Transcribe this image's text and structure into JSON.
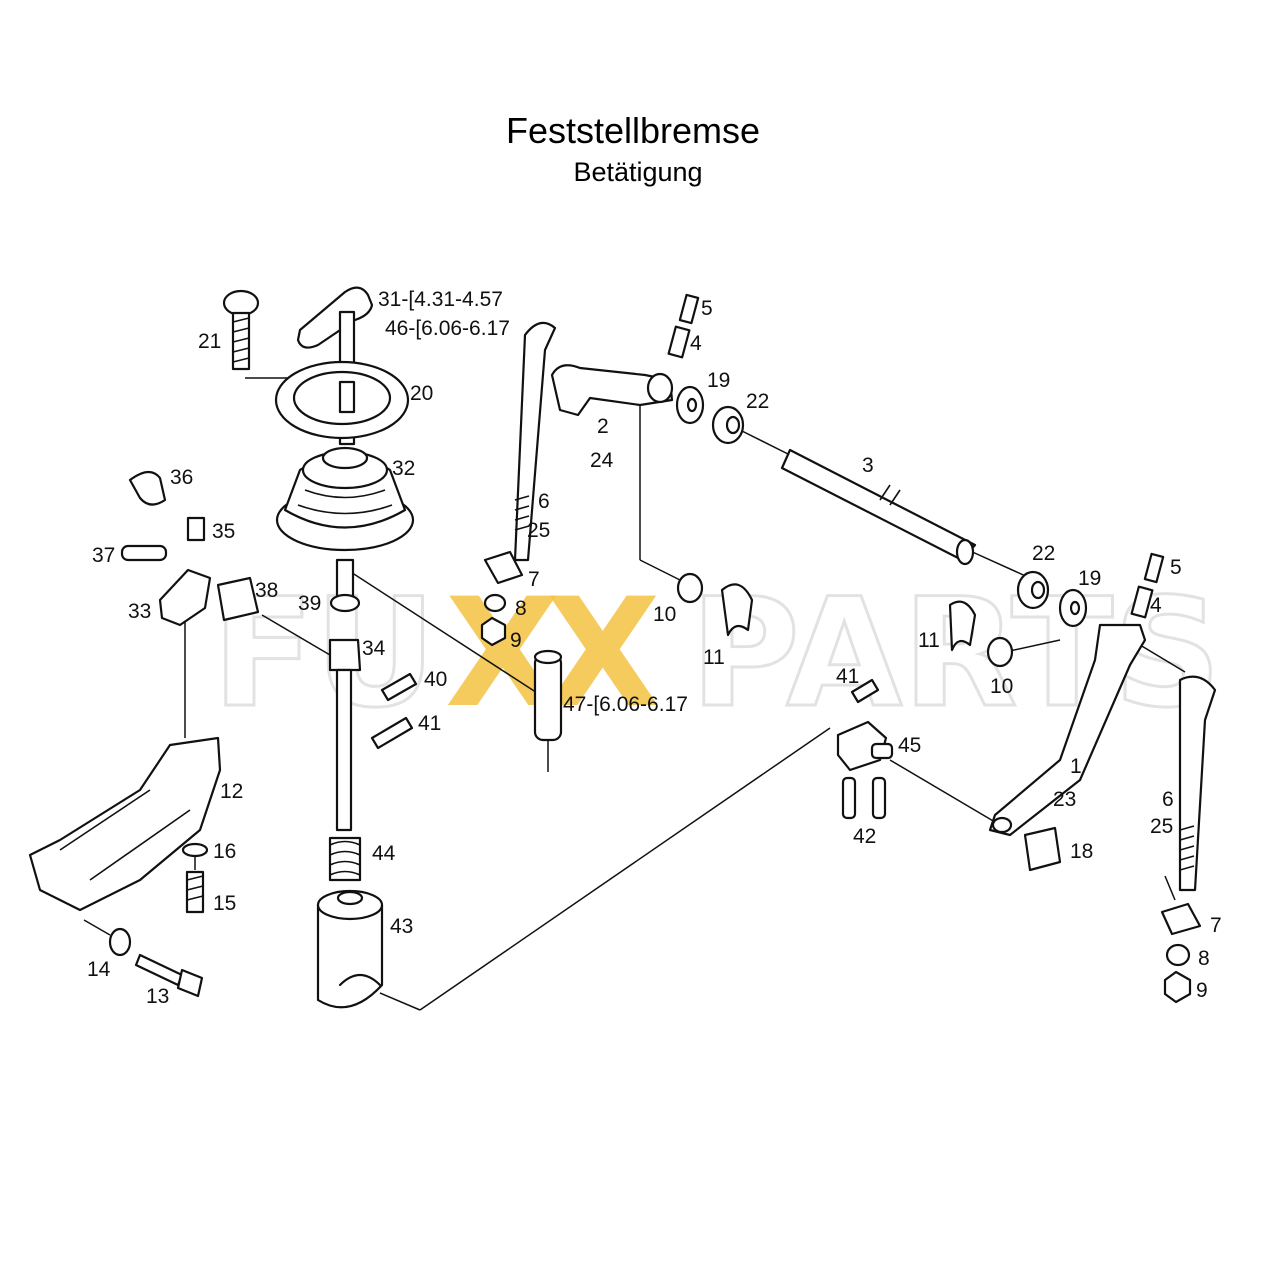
{
  "header": {
    "title": "Feststellbremse",
    "subtitle": "Betätigung"
  },
  "watermark": {
    "left": "FU",
    "x1": "X",
    "x2": "X",
    "right": "PARTS",
    "accent_color": "#f5c242"
  },
  "callouts": [
    {
      "id": "c-31",
      "text": "31-[4.31-4.57"
    },
    {
      "id": "c-46",
      "text": "46-[6.06-6.17"
    },
    {
      "id": "c-21",
      "text": "21"
    },
    {
      "id": "c-20",
      "text": "20"
    },
    {
      "id": "c-32",
      "text": "32"
    },
    {
      "id": "c-36",
      "text": "36"
    },
    {
      "id": "c-35",
      "text": "35"
    },
    {
      "id": "c-37",
      "text": "37"
    },
    {
      "id": "c-33",
      "text": "33"
    },
    {
      "id": "c-38",
      "text": "38"
    },
    {
      "id": "c-39",
      "text": "39"
    },
    {
      "id": "c-34",
      "text": "34"
    },
    {
      "id": "c-40",
      "text": "40"
    },
    {
      "id": "c-41a",
      "text": "41"
    },
    {
      "id": "c-47",
      "text": "47-[6.06-6.17"
    },
    {
      "id": "c-12",
      "text": "12"
    },
    {
      "id": "c-16",
      "text": "16"
    },
    {
      "id": "c-15",
      "text": "15"
    },
    {
      "id": "c-14",
      "text": "14"
    },
    {
      "id": "c-13",
      "text": "13"
    },
    {
      "id": "c-44",
      "text": "44"
    },
    {
      "id": "c-43",
      "text": "43"
    },
    {
      "id": "c-5a",
      "text": "5"
    },
    {
      "id": "c-4a",
      "text": "4"
    },
    {
      "id": "c-19a",
      "text": "19"
    },
    {
      "id": "c-22a",
      "text": "22"
    },
    {
      "id": "c-2",
      "text": "2"
    },
    {
      "id": "c-24",
      "text": "24"
    },
    {
      "id": "c-3",
      "text": "3"
    },
    {
      "id": "c-6a",
      "text": "6"
    },
    {
      "id": "c-25a",
      "text": "25"
    },
    {
      "id": "c-7a",
      "text": "7"
    },
    {
      "id": "c-8a",
      "text": "8"
    },
    {
      "id": "c-9a",
      "text": "9"
    },
    {
      "id": "c-10a",
      "text": "10"
    },
    {
      "id": "c-11a",
      "text": "11"
    },
    {
      "id": "c-22b",
      "text": "22"
    },
    {
      "id": "c-19b",
      "text": "19"
    },
    {
      "id": "c-5b",
      "text": "5"
    },
    {
      "id": "c-4b",
      "text": "4"
    },
    {
      "id": "c-11b",
      "text": "11"
    },
    {
      "id": "c-10b",
      "text": "10"
    },
    {
      "id": "c-41b",
      "text": "41"
    },
    {
      "id": "c-45",
      "text": "45"
    },
    {
      "id": "c-42",
      "text": "42"
    },
    {
      "id": "c-1",
      "text": "1"
    },
    {
      "id": "c-23",
      "text": "23"
    },
    {
      "id": "c-18",
      "text": "18"
    },
    {
      "id": "c-6b",
      "text": "6"
    },
    {
      "id": "c-25b",
      "text": "25"
    },
    {
      "id": "c-7b",
      "text": "7"
    },
    {
      "id": "c-8b",
      "text": "8"
    },
    {
      "id": "c-9b",
      "text": "9"
    }
  ]
}
